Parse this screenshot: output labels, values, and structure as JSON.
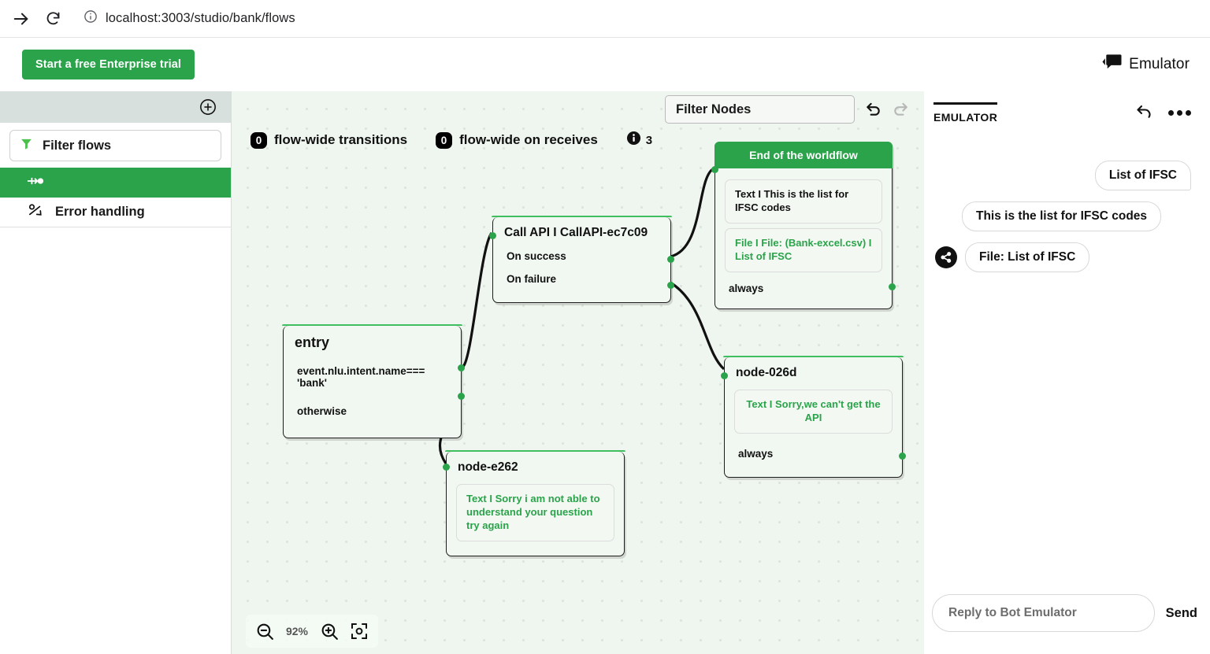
{
  "browser": {
    "forward_icon": "arrow-right-icon",
    "reload_icon": "reload-icon",
    "info_icon": "info-circle-icon",
    "url": "localhost:3003/studio/bank/flows"
  },
  "header": {
    "trial_button": "Start a free Enterprise trial",
    "emulator_brand": "Emulator",
    "emulator_brand_icon": "chat-bubble-icon"
  },
  "sidebar": {
    "add_icon": "plus-circle-icon",
    "filter": {
      "icon": "funnel-icon",
      "label": "Filter flows"
    },
    "items": [
      {
        "label": "",
        "icon": "flow-icon",
        "selected": true
      },
      {
        "label": "Error handling",
        "icon": "error-handling-icon",
        "selected": false
      }
    ]
  },
  "canvas": {
    "stats": [
      {
        "count": "0",
        "label": "flow-wide transitions"
      },
      {
        "count": "0",
        "label": "flow-wide on receives"
      }
    ],
    "info": {
      "icon": "info-icon",
      "count": "3"
    },
    "search_placeholder": "Filter Nodes",
    "search_value": "",
    "undo_icon": "undo-icon",
    "redo_icon": "redo-icon",
    "zoom": {
      "out_icon": "zoom-out-icon",
      "level": "92%",
      "in_icon": "zoom-in-icon",
      "fit_icon": "fit-screen-icon"
    },
    "nodes": [
      {
        "id": "end-of-workflow",
        "header": "End of the worldflow",
        "cards": [
          {
            "text": "Text I This is the list for IFSC codes",
            "style": "dark"
          },
          {
            "text": "File I File: (Bank-excel.csv) I List of IFSC",
            "style": "green"
          }
        ],
        "rows": [
          "always"
        ]
      },
      {
        "id": "call-api",
        "title": "Call API I CallAPI-ec7c09",
        "rows": [
          "On success",
          "On failure"
        ]
      },
      {
        "id": "entry",
        "title": "entry",
        "rows": [
          "event.nlu.intent.name=== 'bank'",
          "otherwise"
        ]
      },
      {
        "id": "node-026d",
        "title": "node-026d",
        "cards": [
          {
            "text": "Text I Sorry,we can't get the API",
            "style": "green"
          }
        ],
        "rows": [
          "always"
        ]
      },
      {
        "id": "node-e262",
        "title": "node-e262",
        "cards": [
          {
            "text": "Text I Sorry i am not able to understand your question try again",
            "style": "green"
          }
        ],
        "rows": []
      }
    ]
  },
  "emulator": {
    "tab": "EMULATOR",
    "restart_icon": "restart-icon",
    "more_icon": "more-options-icon",
    "messages": [
      {
        "text": "List of IFSC",
        "from": "user"
      },
      {
        "text": "This is the list for IFSC codes",
        "from": "bot"
      },
      {
        "text": "File: List of IFSC",
        "from": "bot",
        "icon": "share-icon"
      }
    ],
    "reply_placeholder": "Reply to Bot Emulator",
    "reply_value": "",
    "send_label": "Send"
  },
  "colors": {
    "brand_green": "#2aa34a",
    "canvas_bg": "#eff5ef",
    "sidebar_header": "#d7e0dc"
  }
}
